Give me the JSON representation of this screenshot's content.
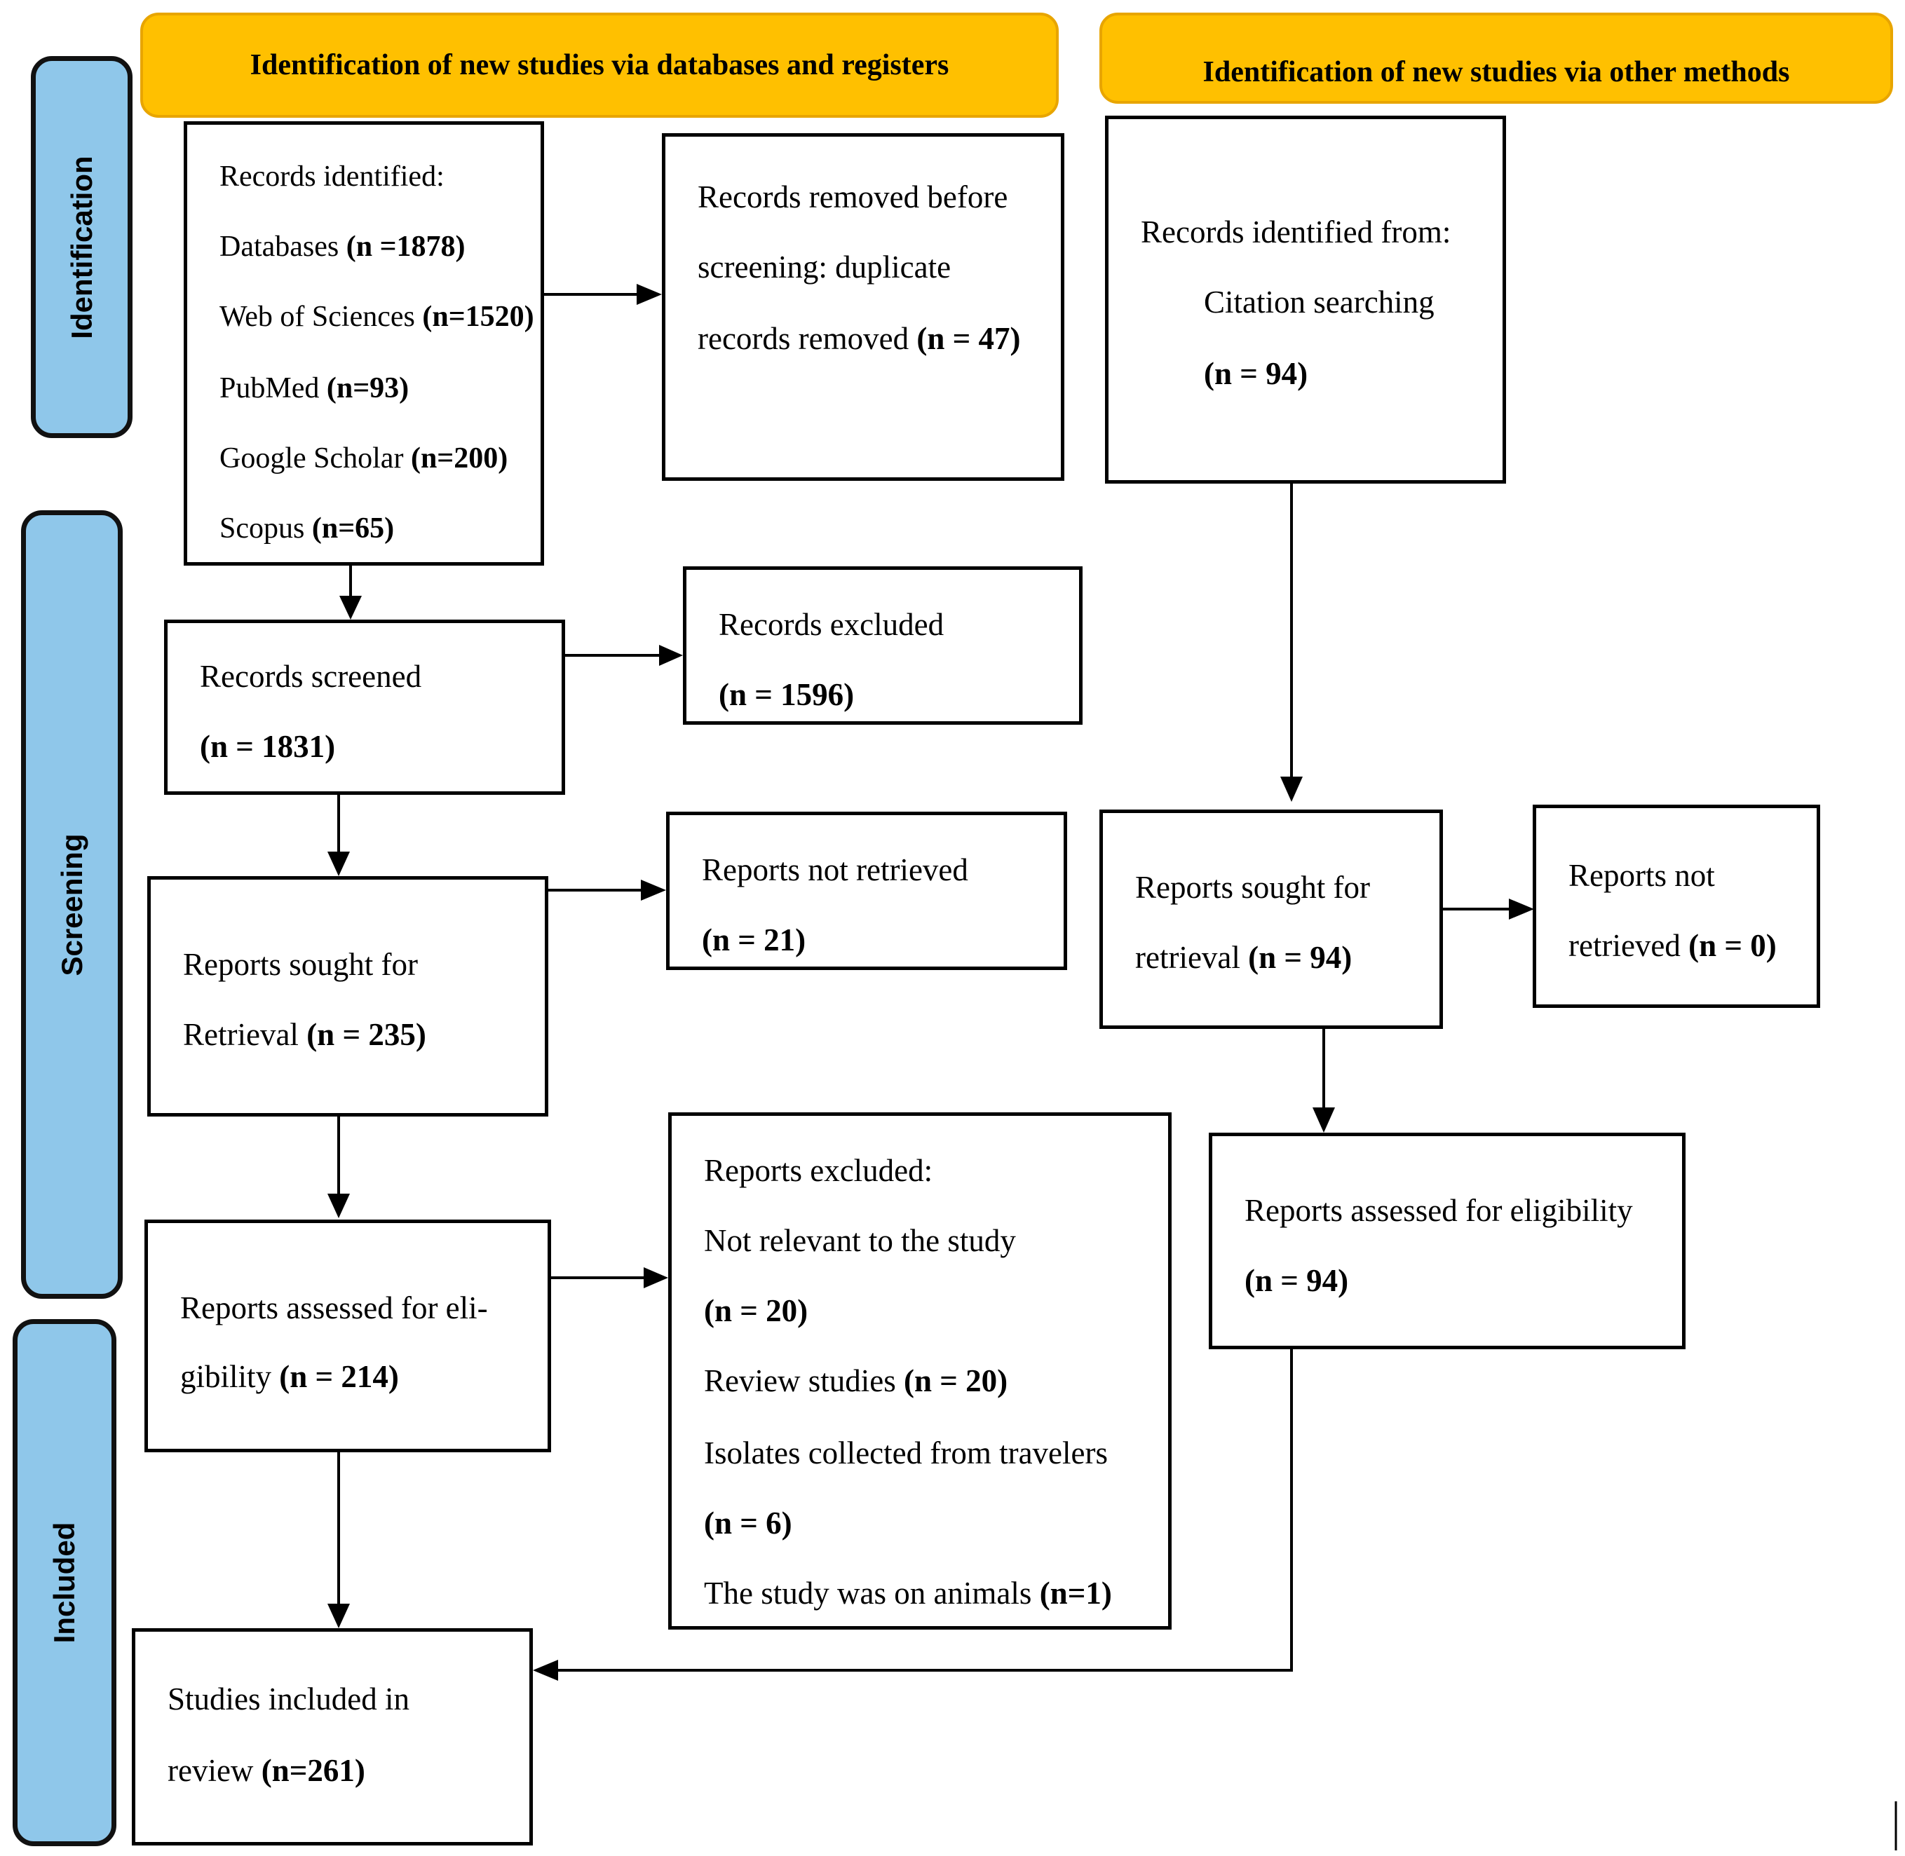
{
  "headers": {
    "databases": "Identification of new studies via databases and registers",
    "other": "Identification of new studies via other methods"
  },
  "phases": {
    "identification": "Identification",
    "screening": "Screening",
    "included": "Included"
  },
  "left": {
    "records_identified": {
      "title": "Records identified:",
      "items": [
        {
          "label": "Databases",
          "count": "(n =1878)"
        },
        {
          "label": "Web of Sciences",
          "count": "(n=1520)"
        },
        {
          "label": "PubMed",
          "count": "(n=93)"
        },
        {
          "label": "Google Scholar",
          "count": "(n=200)"
        },
        {
          "label": "Scopus",
          "count": "(n=65)"
        }
      ]
    },
    "records_removed": {
      "line1": "Records removed before",
      "line2": "screening: duplicate",
      "line3": "records removed",
      "count": "(n = 47)"
    },
    "records_screened": {
      "label": "Records screened",
      "count": "(n = 1831)"
    },
    "records_excluded": {
      "label": "Records excluded",
      "count": "(n = 1596)"
    },
    "reports_sought": {
      "line1": "Reports sought for",
      "line2": "Retrieval",
      "count": "(n = 235)"
    },
    "reports_not_retrieved": {
      "label": "Reports not retrieved",
      "count": "(n = 21)"
    },
    "reports_assessed": {
      "line1": "Reports assessed for eli-",
      "line2": "gibility",
      "count": "(n = 214)"
    },
    "reports_excluded": {
      "title": "Reports excluded:",
      "not_relevant": "Not relevant to the study",
      "not_relevant_count": "(n = 20)",
      "review": "Review studies",
      "review_count": "(n = 20)",
      "travelers": "Isolates collected from travelers",
      "travelers_count": "(n = 6)",
      "animals": "The study was on animals",
      "animals_count": "(n=1)"
    },
    "studies_included": {
      "line1": "Studies included in",
      "line2": "review",
      "count": "(n=261)"
    }
  },
  "right": {
    "records_identified": {
      "line1": "Records identified from:",
      "line2": "Citation searching",
      "count": "(n = 94)"
    },
    "reports_sought": {
      "line1": "Reports sought for",
      "line2": "retrieval",
      "count": "(n = 94)"
    },
    "reports_not_retrieved": {
      "line1": "Reports not",
      "line2": "retrieved",
      "count": "(n = 0)"
    },
    "reports_assessed": {
      "label": "Reports assessed for eligibility",
      "count": "(n = 94)"
    }
  }
}
